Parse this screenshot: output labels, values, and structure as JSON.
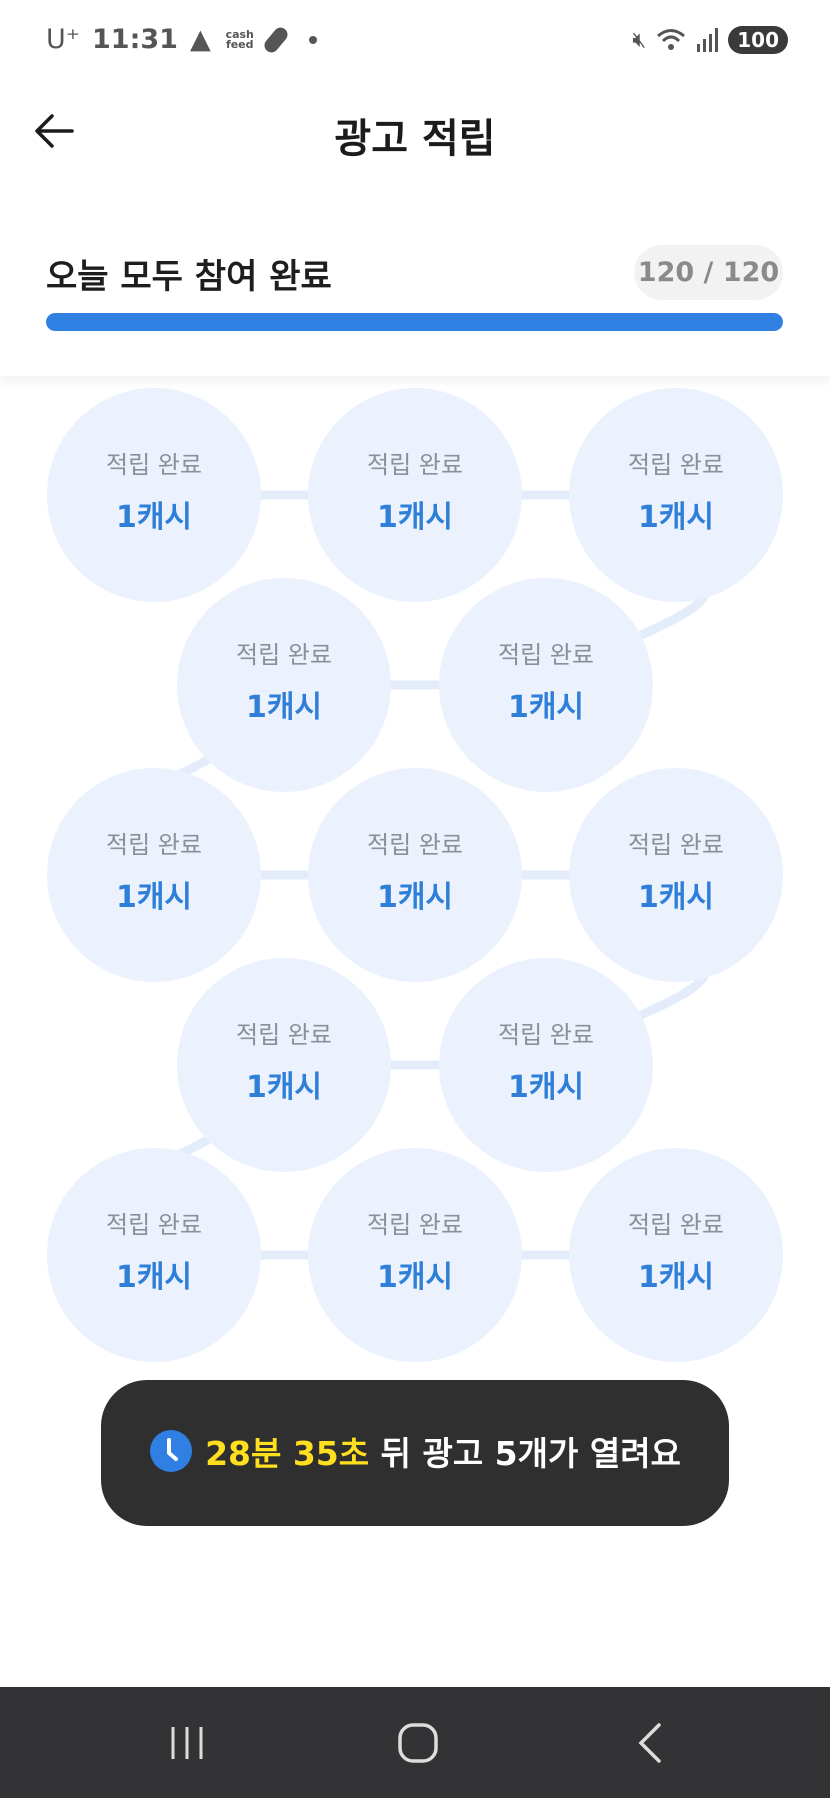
{
  "status_bar": {
    "carrier": "U⁺",
    "time": "11:31",
    "cashfeed_label": "cash feed",
    "battery": "100",
    "icons": [
      "warning-icon",
      "cashfeed-icon",
      "pill-icon",
      "dot-icon",
      "mute-icon",
      "wifi-icon",
      "signal-icon"
    ]
  },
  "header": {
    "title": "광고 적립",
    "back_icon": "arrow-left-icon"
  },
  "progress": {
    "title": "오늘 모두 참여 완료",
    "badge": "120 / 120",
    "current": 120,
    "total": 120,
    "accent": "#2f80e2"
  },
  "nodes": [
    {
      "label": "적립 완료",
      "reward": "1캐시"
    },
    {
      "label": "적립 완료",
      "reward": "1캐시"
    },
    {
      "label": "적립 완료",
      "reward": "1캐시"
    },
    {
      "label": "적립 완료",
      "reward": "1캐시"
    },
    {
      "label": "적립 완료",
      "reward": "1캐시"
    },
    {
      "label": "적립 완료",
      "reward": "1캐시"
    },
    {
      "label": "적립 완료",
      "reward": "1캐시"
    },
    {
      "label": "적립 완료",
      "reward": "1캐시"
    },
    {
      "label": "적립 완료",
      "reward": "1캐시"
    },
    {
      "label": "적립 완료",
      "reward": "1캐시"
    },
    {
      "label": "적립 완료",
      "reward": "1캐시"
    },
    {
      "label": "적립 완료",
      "reward": "1캐시"
    },
    {
      "label": "적립 완료",
      "reward": "1캐시"
    }
  ],
  "toast": {
    "highlight": "28분 35초",
    "text": " 뒤 광고 5개가 열려요",
    "icon": "clock-icon",
    "highlight_color": "#ffdf1e"
  },
  "nav": {
    "icons": [
      "recent-apps-icon",
      "home-icon",
      "back-icon"
    ]
  }
}
